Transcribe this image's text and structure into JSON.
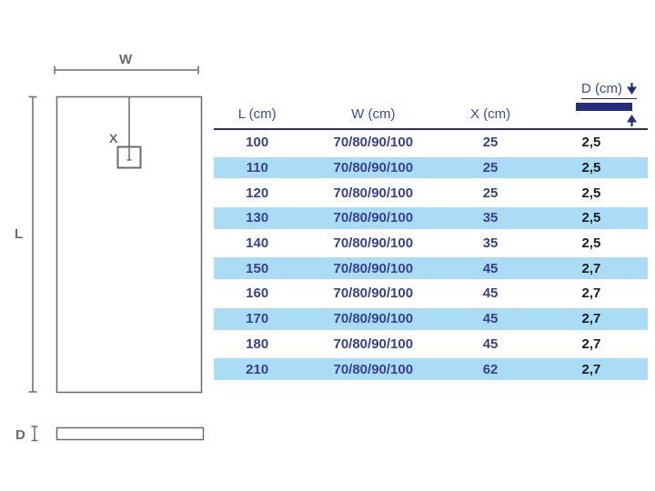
{
  "diagram": {
    "width_label": "W",
    "length_label": "L",
    "drain_label": "X",
    "depth_label": "D",
    "line_color": "#6a6b6e"
  },
  "table": {
    "headers": {
      "l": "L (cm)",
      "w": "W (cm)",
      "x": "X (cm)",
      "d": "D (cm)"
    },
    "rows": [
      {
        "l": "100",
        "w": "70/80/90/100",
        "x": "25",
        "d": "2,5"
      },
      {
        "l": "110",
        "w": "70/80/90/100",
        "x": "25",
        "d": "2,5"
      },
      {
        "l": "120",
        "w": "70/80/90/100",
        "x": "25",
        "d": "2,5"
      },
      {
        "l": "130",
        "w": "70/80/90/100",
        "x": "35",
        "d": "2,5"
      },
      {
        "l": "140",
        "w": "70/80/90/100",
        "x": "35",
        "d": "2,5"
      },
      {
        "l": "150",
        "w": "70/80/90/100",
        "x": "45",
        "d": "2,7"
      },
      {
        "l": "160",
        "w": "70/80/90/100",
        "x": "45",
        "d": "2,7"
      },
      {
        "l": "170",
        "w": "70/80/90/100",
        "x": "45",
        "d": "2,7"
      },
      {
        "l": "180",
        "w": "70/80/90/100",
        "x": "45",
        "d": "2,7"
      },
      {
        "l": "210",
        "w": "70/80/90/100",
        "x": "62",
        "d": "2,7"
      }
    ],
    "colors": {
      "highlight_row": "#aadcf5",
      "header_rule": "#232e7d",
      "header_text": "#3c4a9e",
      "cell_text": "#39408f",
      "depth_text": "#1c1c1c",
      "diagram_gray": "#6a6b6e"
    }
  }
}
